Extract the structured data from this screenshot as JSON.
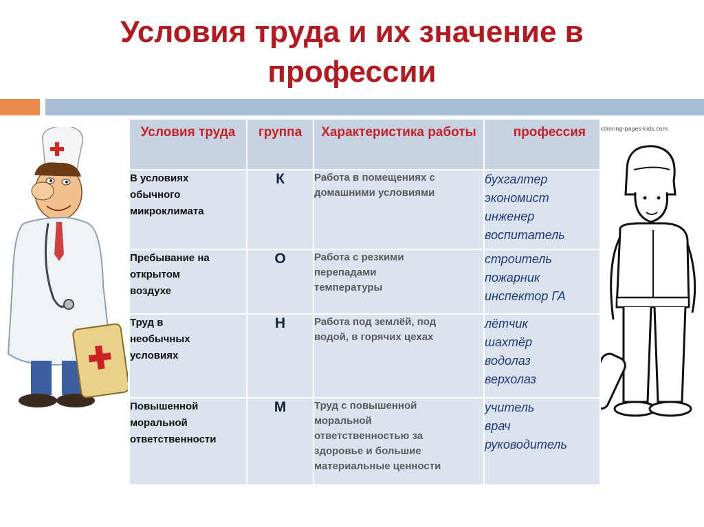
{
  "title": "Условия труда и их значение в профессии",
  "image_credit": "www.coloring-pages-kids.com",
  "colors": {
    "title": "#b3191e",
    "header_text": "#c62127",
    "table_bg": "#dbe4ee",
    "accent_orange": "#e88a4a",
    "accent_blue": "#a7bdd3"
  },
  "table": {
    "headers": [
      "Условия труда",
      "группа",
      "Характеристика работы",
      "профессия"
    ],
    "rows": [
      {
        "condition": [
          "В условиях",
          "обычного",
          "микроклимата"
        ],
        "group": "К",
        "characteristic": [
          "Работа в помещениях с",
          "домашними условиями"
        ],
        "professions": [
          "бухгалтер",
          "экономист",
          "инженер",
          "воспитатель"
        ]
      },
      {
        "condition": [
          "Пребывание на",
          "открытом",
          "воздухе"
        ],
        "group": "О",
        "characteristic": [
          "Работа с резкими",
          "перепадами",
          "температуры"
        ],
        "professions": [
          "строитель",
          "пожарник",
          "инспектор ГА"
        ]
      },
      {
        "condition": [
          "Труд в",
          "необычных",
          "условиях"
        ],
        "group": "Н",
        "characteristic": [
          "Работа под землёй, под",
          "водой, в горячих цехах"
        ],
        "professions": [
          "лётчик",
          "шахтёр",
          "водолаз",
          "верхолаз"
        ]
      },
      {
        "condition": [
          "Повышенной",
          "моральной",
          "ответственности"
        ],
        "group": "М",
        "characteristic": [
          "Труд с повышенной",
          "моральной",
          "ответственностью за",
          "здоровье и большие",
          "материальные ценности"
        ],
        "professions": [
          "учитель",
          "врач",
          "руководитель"
        ]
      }
    ]
  }
}
